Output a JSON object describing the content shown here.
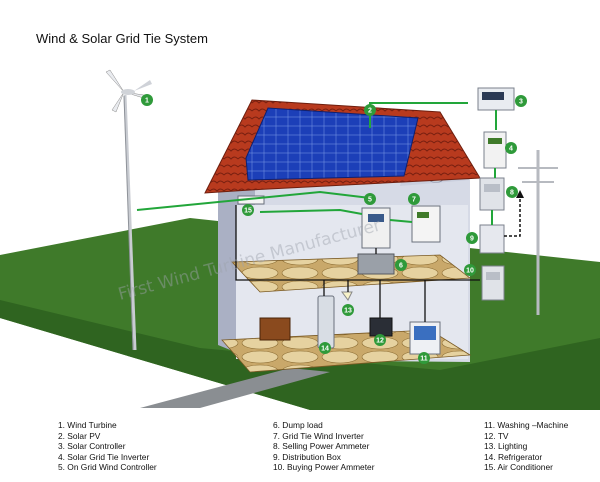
{
  "title": "Wind & Solar Grid Tie System",
  "watermark": "First Wind Turbine Manufacturer",
  "badges": [
    "1",
    "2",
    "3",
    "4",
    "5",
    "6",
    "7",
    "8",
    "9",
    "10",
    "11",
    "12",
    "13",
    "14",
    "15"
  ],
  "legend": {
    "col1": [
      "1. Wind Turbine",
      "2. Solar PV",
      "3. Solar Controller",
      "4. Solar Grid Tie Inverter",
      "5. On Grid Wind Controller"
    ],
    "col2": [
      "6. Dump load",
      "7. Grid Tie Wind Inverter",
      "8. Selling Power Ammeter",
      "9. Distribution Box",
      "10. Buying Power Ammeter"
    ],
    "col3": [
      "11. Washing –Machine",
      "12. TV",
      "13. Lighting",
      "14. Refrigerator",
      "15. Air Conditioner"
    ]
  },
  "colors": {
    "grass": "#3f7a2a",
    "roof_tile": "#b83a1e",
    "solar_panel": "#1c3fb8",
    "wall": "#d6dae6",
    "floor": "#c9a86a",
    "flow_line": "#22a63a",
    "badge": "#2f9a3a"
  }
}
